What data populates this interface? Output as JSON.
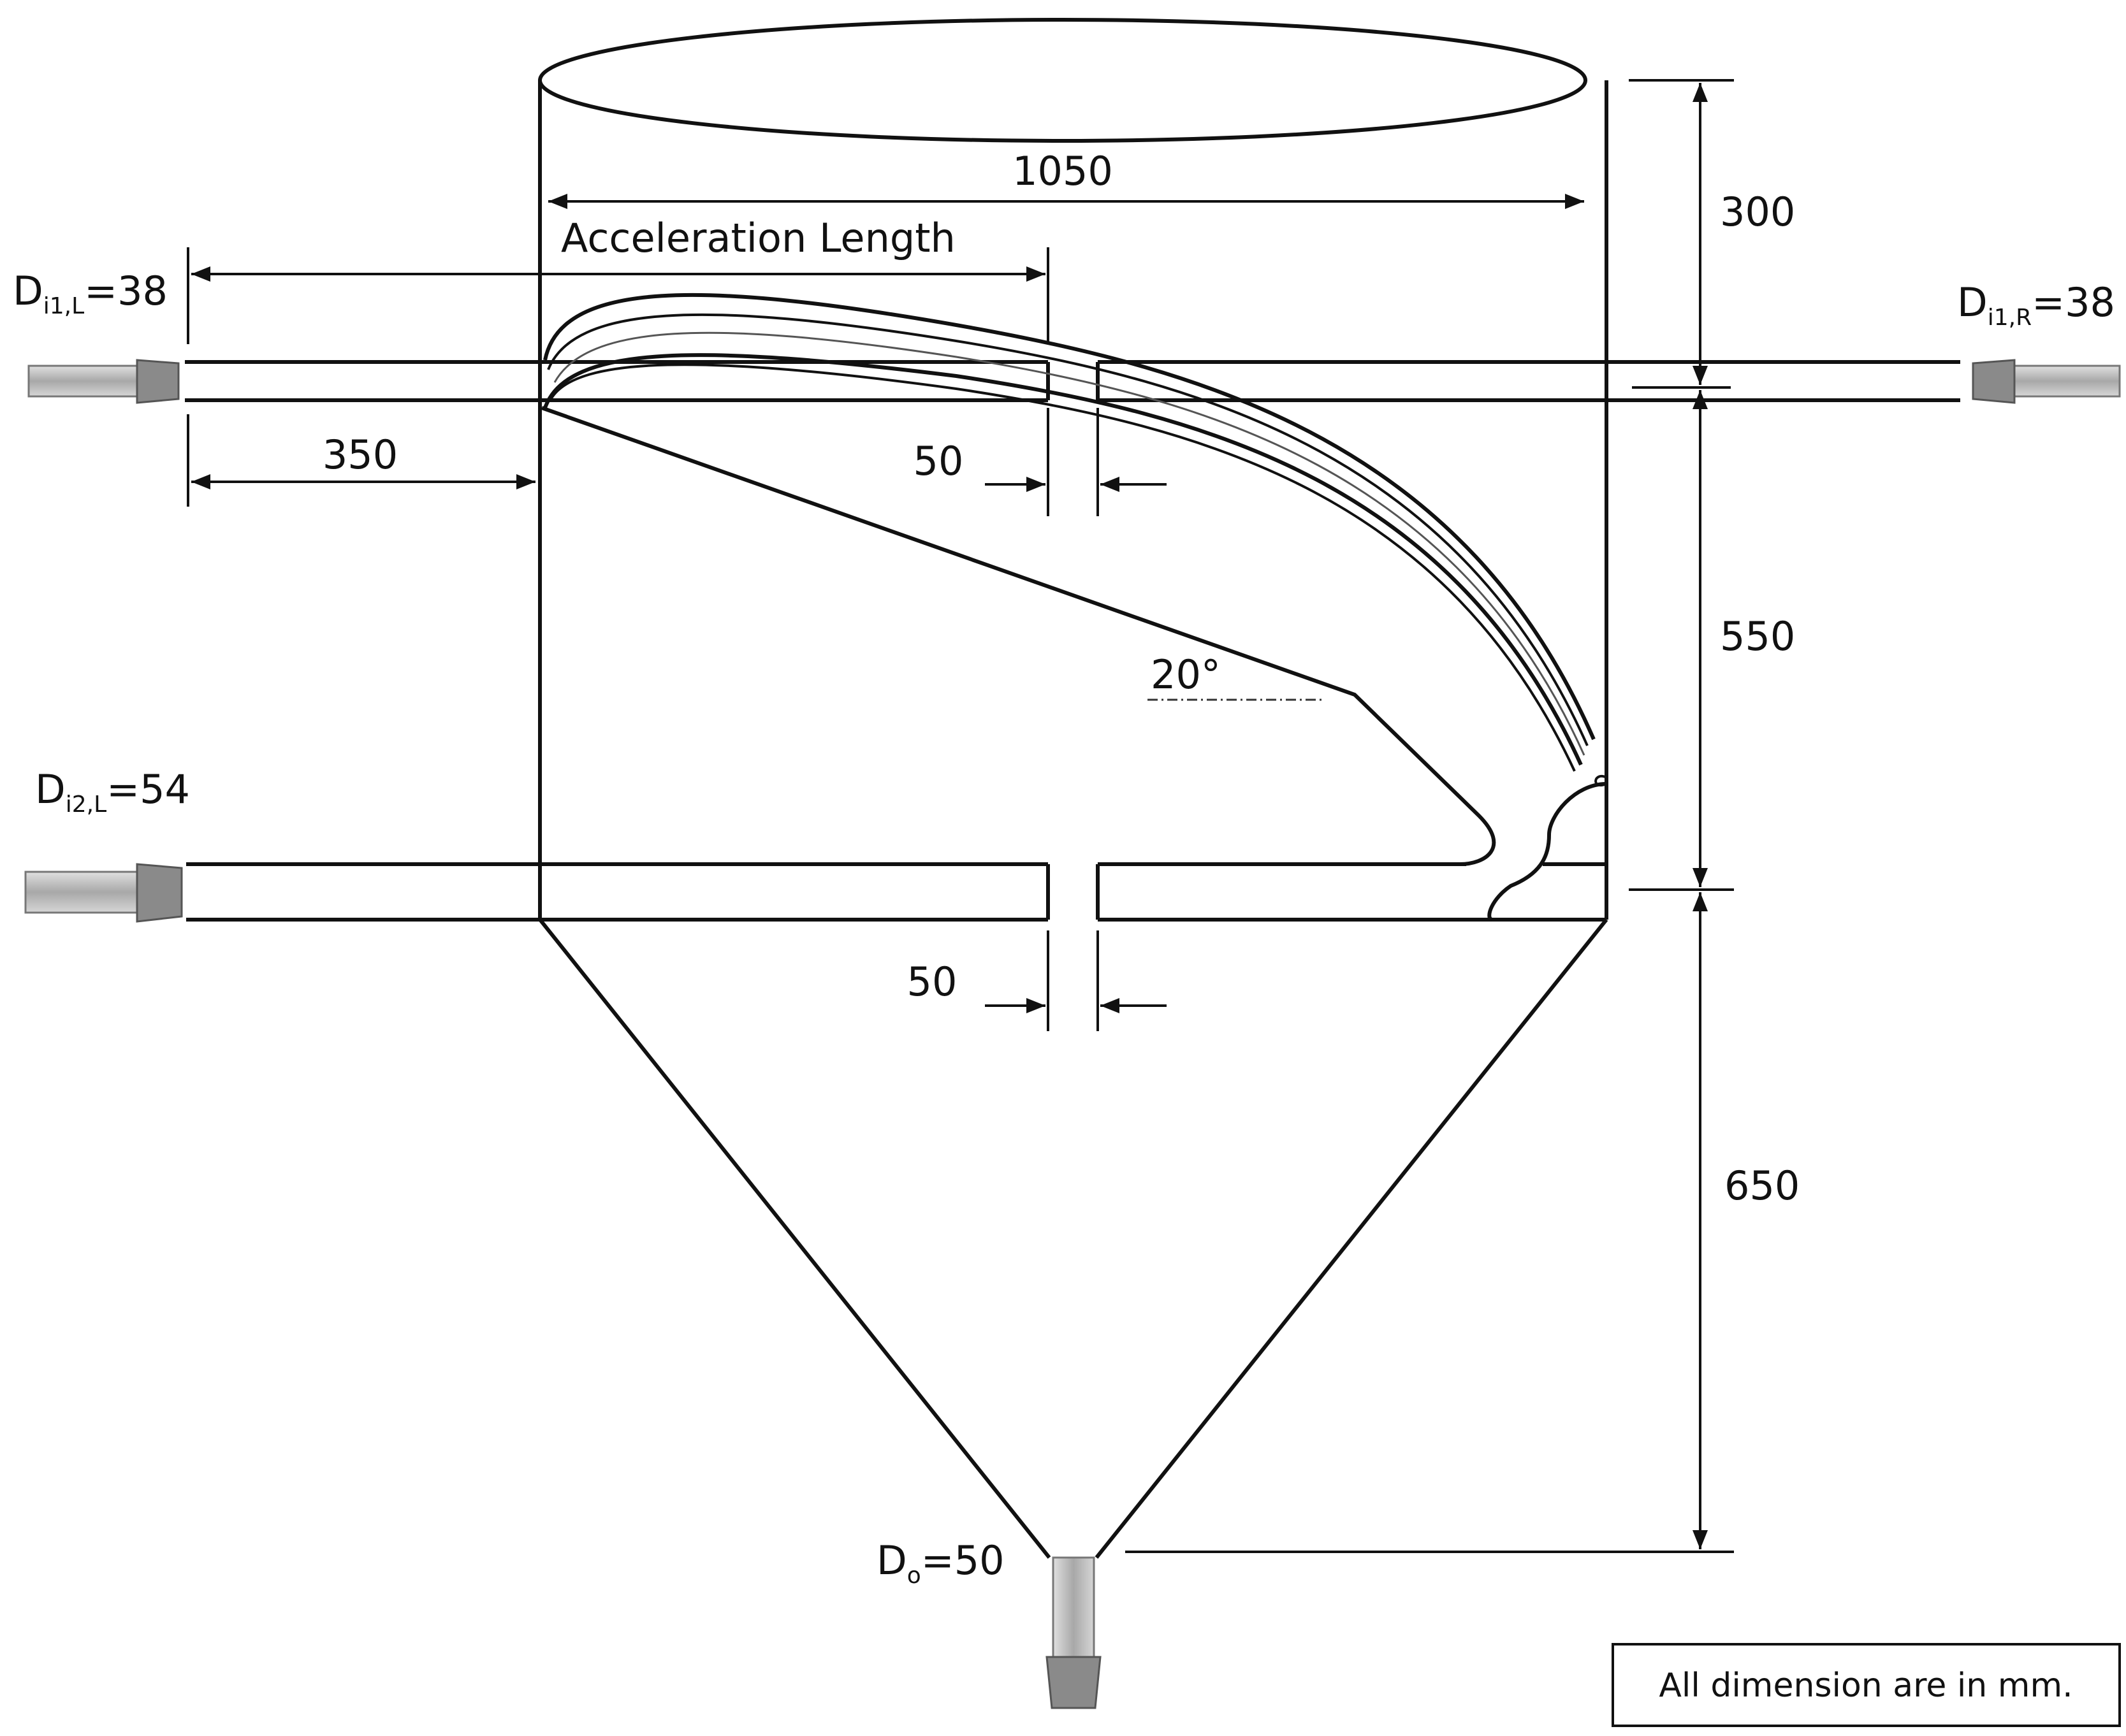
{
  "dimensions": {
    "width_1050": "1050",
    "acceleration_length": "Acceleration Length",
    "inlet_offset_350": "350",
    "gap_upper_50": "50",
    "gap_lower_50": "50",
    "height_300": "300",
    "height_550": "550",
    "height_650": "650",
    "angle_20": "20°"
  },
  "labels": {
    "inlet_1_left": {
      "main": "D",
      "sub": "i1,L",
      "value": "=38"
    },
    "inlet_1_right": {
      "main": "D",
      "sub": "i1,R",
      "value": "=38"
    },
    "inlet_2_left": {
      "main": "D",
      "sub": "i2,L",
      "value": "=54"
    },
    "outlet": {
      "main": "D",
      "sub": "o",
      "value": "=50"
    }
  },
  "note": "All dimension are in mm.",
  "colors": {
    "line": "#111111",
    "nozzle_fill": "#9a9a9a",
    "nozzle_light": "#c8c8c8"
  }
}
